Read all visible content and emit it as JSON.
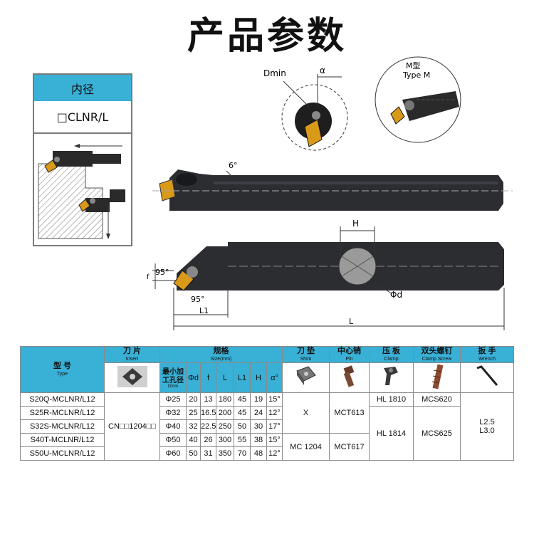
{
  "page": {
    "title": "产品参数"
  },
  "panel": {
    "header": "内径",
    "code": "□CLNR/L"
  },
  "drawing": {
    "dmin_label": "Dmin",
    "alpha_label": "α",
    "type_m_cn": "M型",
    "type_m_en": "Type M",
    "angle_6": "6°",
    "h_label": "H",
    "phid_label": "Φd",
    "f_label": "f",
    "angle_95a": "95°",
    "angle_95b": "95°",
    "l1_label": "L1",
    "l_label": "L"
  },
  "table": {
    "headers": {
      "type_cn": "型 号",
      "type_en": "Type",
      "insert_cn": "刀 片",
      "insert_en": "Insert",
      "size_cn": "规格",
      "size_en": "Size(mm)",
      "shim_cn": "刀 垫",
      "shim_en": "Shim",
      "pin_cn": "中心销",
      "pin_en": "Pin",
      "clamp_cn": "压 板",
      "clamp_en": "Clamp",
      "screw_cn": "双头螺钉",
      "screw_en": "Clamp Screw",
      "wrench_cn": "扳 手",
      "wrench_en": "Wrench"
    },
    "size_cols": {
      "dmin_cn": "最小加工孔径",
      "dmin_en": "Dmin",
      "phid": "Φd",
      "f": "f",
      "L": "L",
      "L1": "L1",
      "H": "H",
      "alpha": "α°"
    },
    "insert_value": "CN□□1204□□",
    "wrench_value_1": "L2.5",
    "wrench_value_2": "L3.0",
    "shim_values": [
      "X",
      "MC 1204"
    ],
    "pin_values": [
      "MCT613",
      "MCT617"
    ],
    "clamp_values": [
      "HL 1810",
      "HL 1814"
    ],
    "screw_values": [
      "MCS620",
      "MCS625"
    ],
    "rows": [
      {
        "type": "S20Q-MCLNR/L12",
        "dmin": "Φ25",
        "d": "20",
        "f": "13",
        "L": "180",
        "L1": "45",
        "H": "19",
        "a": "15°"
      },
      {
        "type": "S25R-MCLNR/L12",
        "dmin": "Φ32",
        "d": "25",
        "f": "16.5",
        "L": "200",
        "L1": "45",
        "H": "24",
        "a": "12°"
      },
      {
        "type": "S32S-MCLNR/L12",
        "dmin": "Φ40",
        "d": "32",
        "f": "22.5",
        "L": "250",
        "L1": "50",
        "H": "30",
        "a": "17°"
      },
      {
        "type": "S40T-MCLNR/L12",
        "dmin": "Φ50",
        "d": "40",
        "f": "26",
        "L": "300",
        "L1": "55",
        "H": "38",
        "a": "15°"
      },
      {
        "type": "S50U-MCLNR/L12",
        "dmin": "Φ60",
        "d": "50",
        "f": "31",
        "L": "350",
        "L1": "70",
        "H": "48",
        "a": "12°"
      }
    ]
  }
}
